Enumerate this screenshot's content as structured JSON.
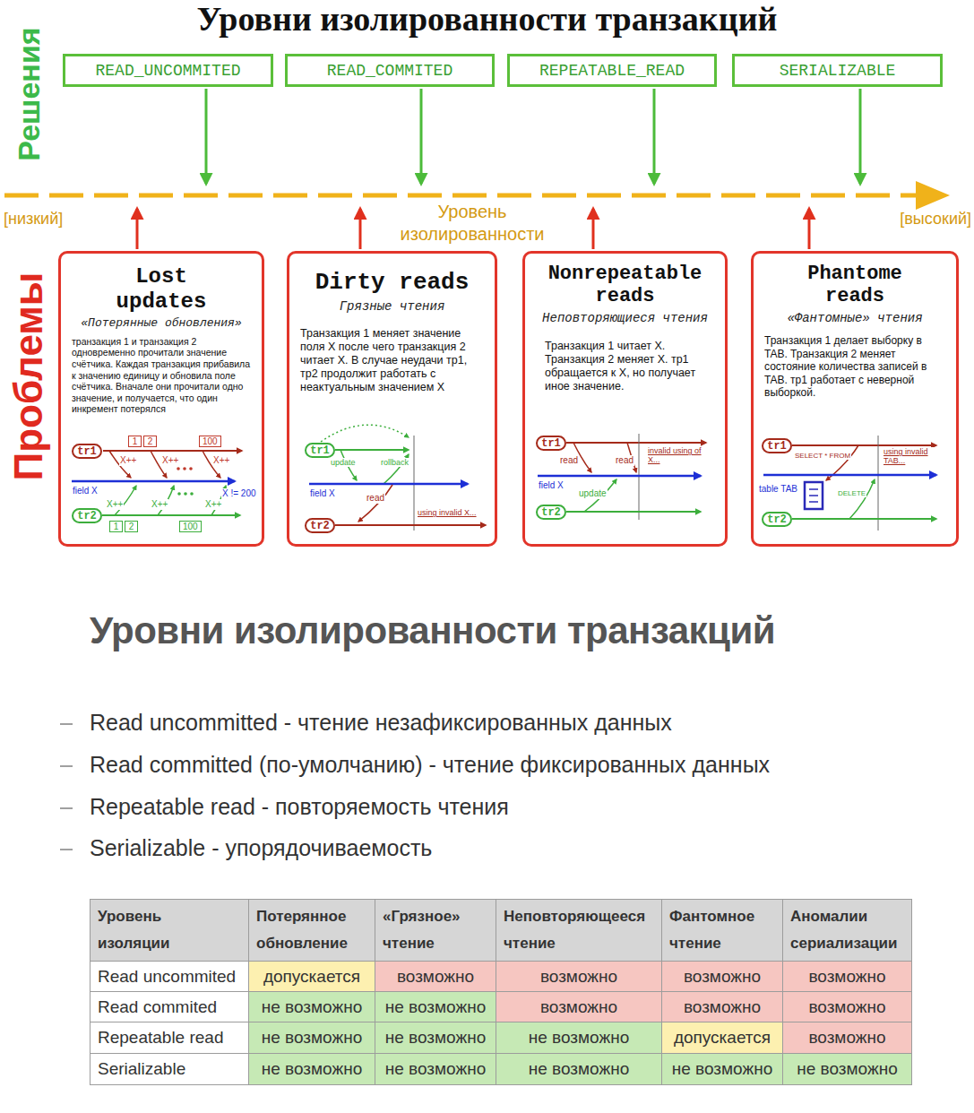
{
  "diagram": {
    "title": "Уровни изолированности транзакций",
    "nodes": [
      {
        "text": [
          "READ_UNCOMMITED"
        ]
      },
      {
        "text": [
          "READ_COMMITED"
        ]
      },
      {
        "text": [
          "REPEATABLE_READ"
        ]
      },
      {
        "text": [
          "SERIALIZABLE"
        ]
      },
      {
        "text": [
          "Lost updates",
          "«Потерянные обновления»",
          "транзакция 1 и транзакция 2 одновременно прочитали значение счётчика. Каждая транзакция прибавила к значению единицу и обновила поле счётчика. Вначале они прочитали одно значение, и получается, что один инкремент потерялся"
        ]
      },
      {
        "text": [
          "tr1"
        ],
        "in": 4
      },
      {
        "text": [
          "1"
        ],
        "in": 4
      },
      {
        "text": [
          "2"
        ],
        "in": 4
      },
      {
        "text": [
          "100"
        ],
        "in": 4
      },
      {
        "text": [
          "tr2"
        ],
        "in": 4
      },
      {
        "text": [
          "1"
        ],
        "in": 4
      },
      {
        "text": [
          "2"
        ],
        "in": 4
      },
      {
        "text": [
          "100"
        ],
        "in": 4
      },
      {
        "text": [
          "Dirty reads",
          "Грязные чтения",
          "Транзакция 1 меняет значение поля X после чего транзакция 2 читает X. В случае неудачи тр1, тр2 продолжит работать с неактуальным значением X"
        ]
      },
      {
        "text": [
          "tr1"
        ],
        "in": 13
      },
      {
        "text": [
          "tr2"
        ],
        "in": 13
      },
      {
        "text": [
          "Nonrepeatable reads",
          "Неповторяющиеся чтения",
          "Транзакция 1 читает X. Транзакция 2 меняет X. тр1 обращается к X, но получает иное значение."
        ]
      },
      {
        "text": [
          "tr1"
        ],
        "in": 16
      },
      {
        "text": [
          "tr2"
        ],
        "in": 16
      },
      {
        "text": [
          "Phantome reads",
          "«Фантомные» чтения",
          "Транзакция 1 делает выборку в TAB. Транзакция 2 меняет состояние количества записей в TAB. тр1 работает с неверной выборкой."
        ]
      },
      {
        "text": [
          "tr1"
        ],
        "in": 19
      },
      {
        "text": [
          "tr2"
        ],
        "in": 19
      }
    ],
    "labels": [
      "Решения",
      "[низкий]",
      "Уровень изолированности",
      "[высокий]",
      "Проблемы",
      "X++",
      "X++",
      "X++",
      "field X",
      "X != 200",
      "X++",
      "X++",
      "X++",
      "update",
      "rollback",
      "field X",
      "read",
      "using invalid X...",
      "read",
      "read",
      "invalid using of X...",
      "field X",
      "update",
      "SELECT * FROM",
      "using invalid TAB...",
      "table TAB",
      "DELETE",
      "Уровни изолированности транзакций",
      "Read uncommitted - чтение незафиксированных данных",
      "Read committed (по-умолчанию) - чтение фиксированных данных",
      "Repeatable read - повторяемость чтения",
      "Serializable - упорядочиваемость",
      "Уровень изоляции",
      "Потерянное обновление",
      "«Грязное» чтение",
      "Неповторяющееся чтение",
      "Фантомное чтение",
      "Аномалии сериализации",
      "Read uncommited",
      "допускается",
      "возможно",
      "возможно",
      "возможно",
      "возможно",
      "Read commited",
      "не возможно",
      "не возможно",
      "возможно",
      "возможно",
      "возможно",
      "Repeatable read",
      "не возможно",
      "не возможно",
      "не возможно",
      "допускается",
      "возможно",
      "Serializable",
      "не возможно",
      "не возможно",
      "не возможно",
      "не возможно",
      "не возможно"
    ]
  }
}
